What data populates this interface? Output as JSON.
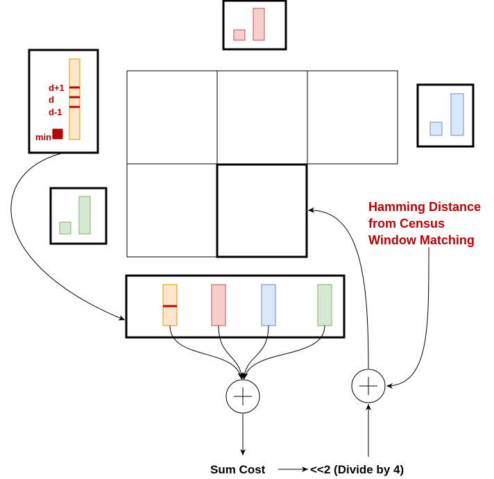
{
  "labels": {
    "d_plus_1": "d+1",
    "d": "d",
    "d_minus_1": "d-1",
    "min": "min",
    "hamming_line1": "Hamming Distance",
    "hamming_line2": "from Census",
    "hamming_line3": "Window Matching",
    "sum_cost": "Sum Cost",
    "shift": "<<2 (Divide by 4)"
  },
  "colors": {
    "orange_fill": "#ffe6cc",
    "orange_stroke": "#d79b00",
    "red_fill": "#f8cecc",
    "red_stroke": "#b85450",
    "blue_fill": "#dae8fc",
    "blue_stroke": "#6c8ebf",
    "green_fill": "#d5e8d4",
    "green_stroke": "#82b366",
    "marker_red": "#c00000",
    "text_red": "#c00000",
    "text_black": "#000000"
  },
  "icons": [
    "plus-circle-icon",
    "plus-circle-icon"
  ]
}
